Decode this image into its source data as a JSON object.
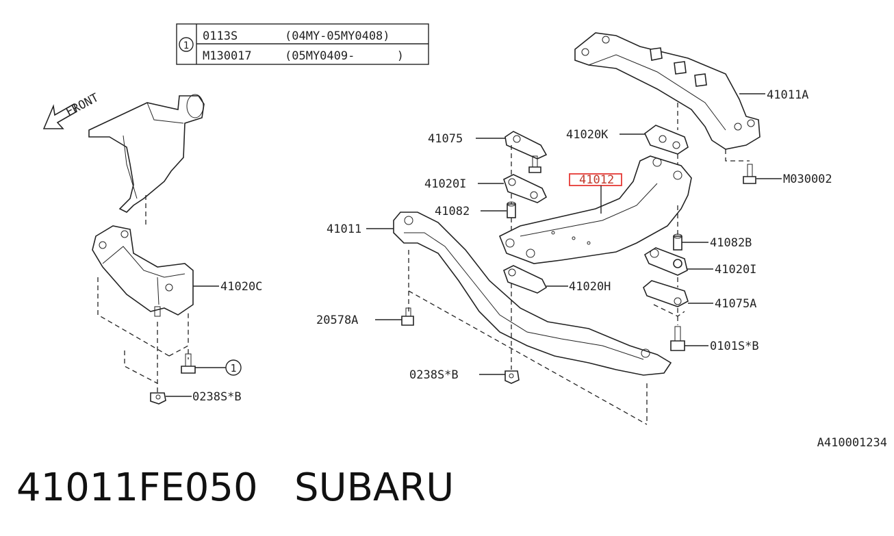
{
  "header": {
    "part_number": "41011FE050",
    "brand": "SUBARU"
  },
  "table": {
    "ref": "1",
    "rows": [
      {
        "code": "0113S",
        "range": "(04MY-05MY0408)"
      },
      {
        "code": "M130017",
        "range": "(05MY0409-      )"
      }
    ]
  },
  "front_label": "FRONT",
  "diagram_id": "A410001234",
  "callouts": {
    "c41011A": "41011A",
    "c41075": "41075",
    "c41020K": "41020K",
    "c41020I_top": "41020I",
    "c41012": "41012",
    "cM030002": "M030002",
    "c41082_left": "41082",
    "c41011": "41011",
    "c41082B": "41082B",
    "c41020I_right": "41020I",
    "c41020C": "41020C",
    "c41020H": "41020H",
    "c41075A": "41075A",
    "c20578A": "20578A",
    "c0101SB": "0101S*B",
    "c0238SB_mid": "0238S*B",
    "c0238SB_left": "0238S*B",
    "ref_circle": "1"
  },
  "colors": {
    "highlight": "#e53935",
    "line": "#222222"
  }
}
